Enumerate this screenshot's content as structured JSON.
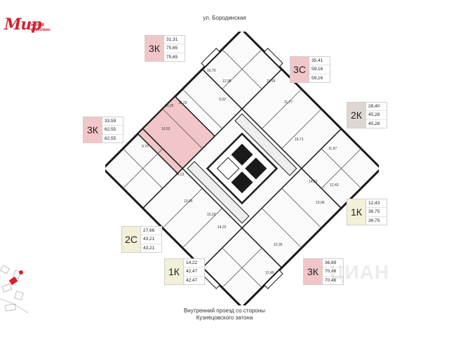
{
  "brand": {
    "logo_text": "Мир",
    "logo_subtitle": "жилой комплекс",
    "accent_color": "#d6202f"
  },
  "street_top": "ул. Бородинская",
  "bottom_caption_line1": "Внутренний проезд со стороны",
  "bottom_caption_line2": "Кузнецовского затона",
  "badges": [
    {
      "type": "3К",
      "living": "31,31",
      "total": "75,65",
      "total2": "75,65",
      "color": "#f2c6c8"
    },
    {
      "type": "3С",
      "living": "35,41",
      "total": "59,16",
      "total2": "59,16",
      "color": "#f2c6c8"
    },
    {
      "type": "3К",
      "living": "33,59",
      "total": "62,55",
      "total2": "62,55",
      "color": "#f2c6c8"
    },
    {
      "type": "2К",
      "living": "28,40",
      "total": "45,28",
      "total2": "45,28",
      "color": "#ddd6d2"
    },
    {
      "type": "1К",
      "living": "12,43",
      "total": "36,75",
      "total2": "36,75",
      "color": "#f3f0d8"
    },
    {
      "type": "2С",
      "living": "27,66",
      "total": "43,21",
      "total2": "43,21",
      "color": "#f3f0d8"
    },
    {
      "type": "1К",
      "living": "14,22",
      "total": "42,47",
      "total2": "42,47",
      "color": "#f3f0d8"
    },
    {
      "type": "3К",
      "living": "36,89",
      "total": "70,46",
      "total2": "70,46",
      "color": "#f2c6c8"
    }
  ],
  "room_labels": [
    "10,70",
    "12,98",
    "9,33",
    "11,18",
    "11,77",
    "12,23",
    "13,26",
    "10,52",
    "9,76",
    "16,71",
    "11,97",
    "14,31",
    "12,43",
    "13,06",
    "13,65",
    "14,22",
    "12,35",
    "15,22",
    "12,49",
    "14,01"
  ],
  "watermark": "ЦИАН"
}
